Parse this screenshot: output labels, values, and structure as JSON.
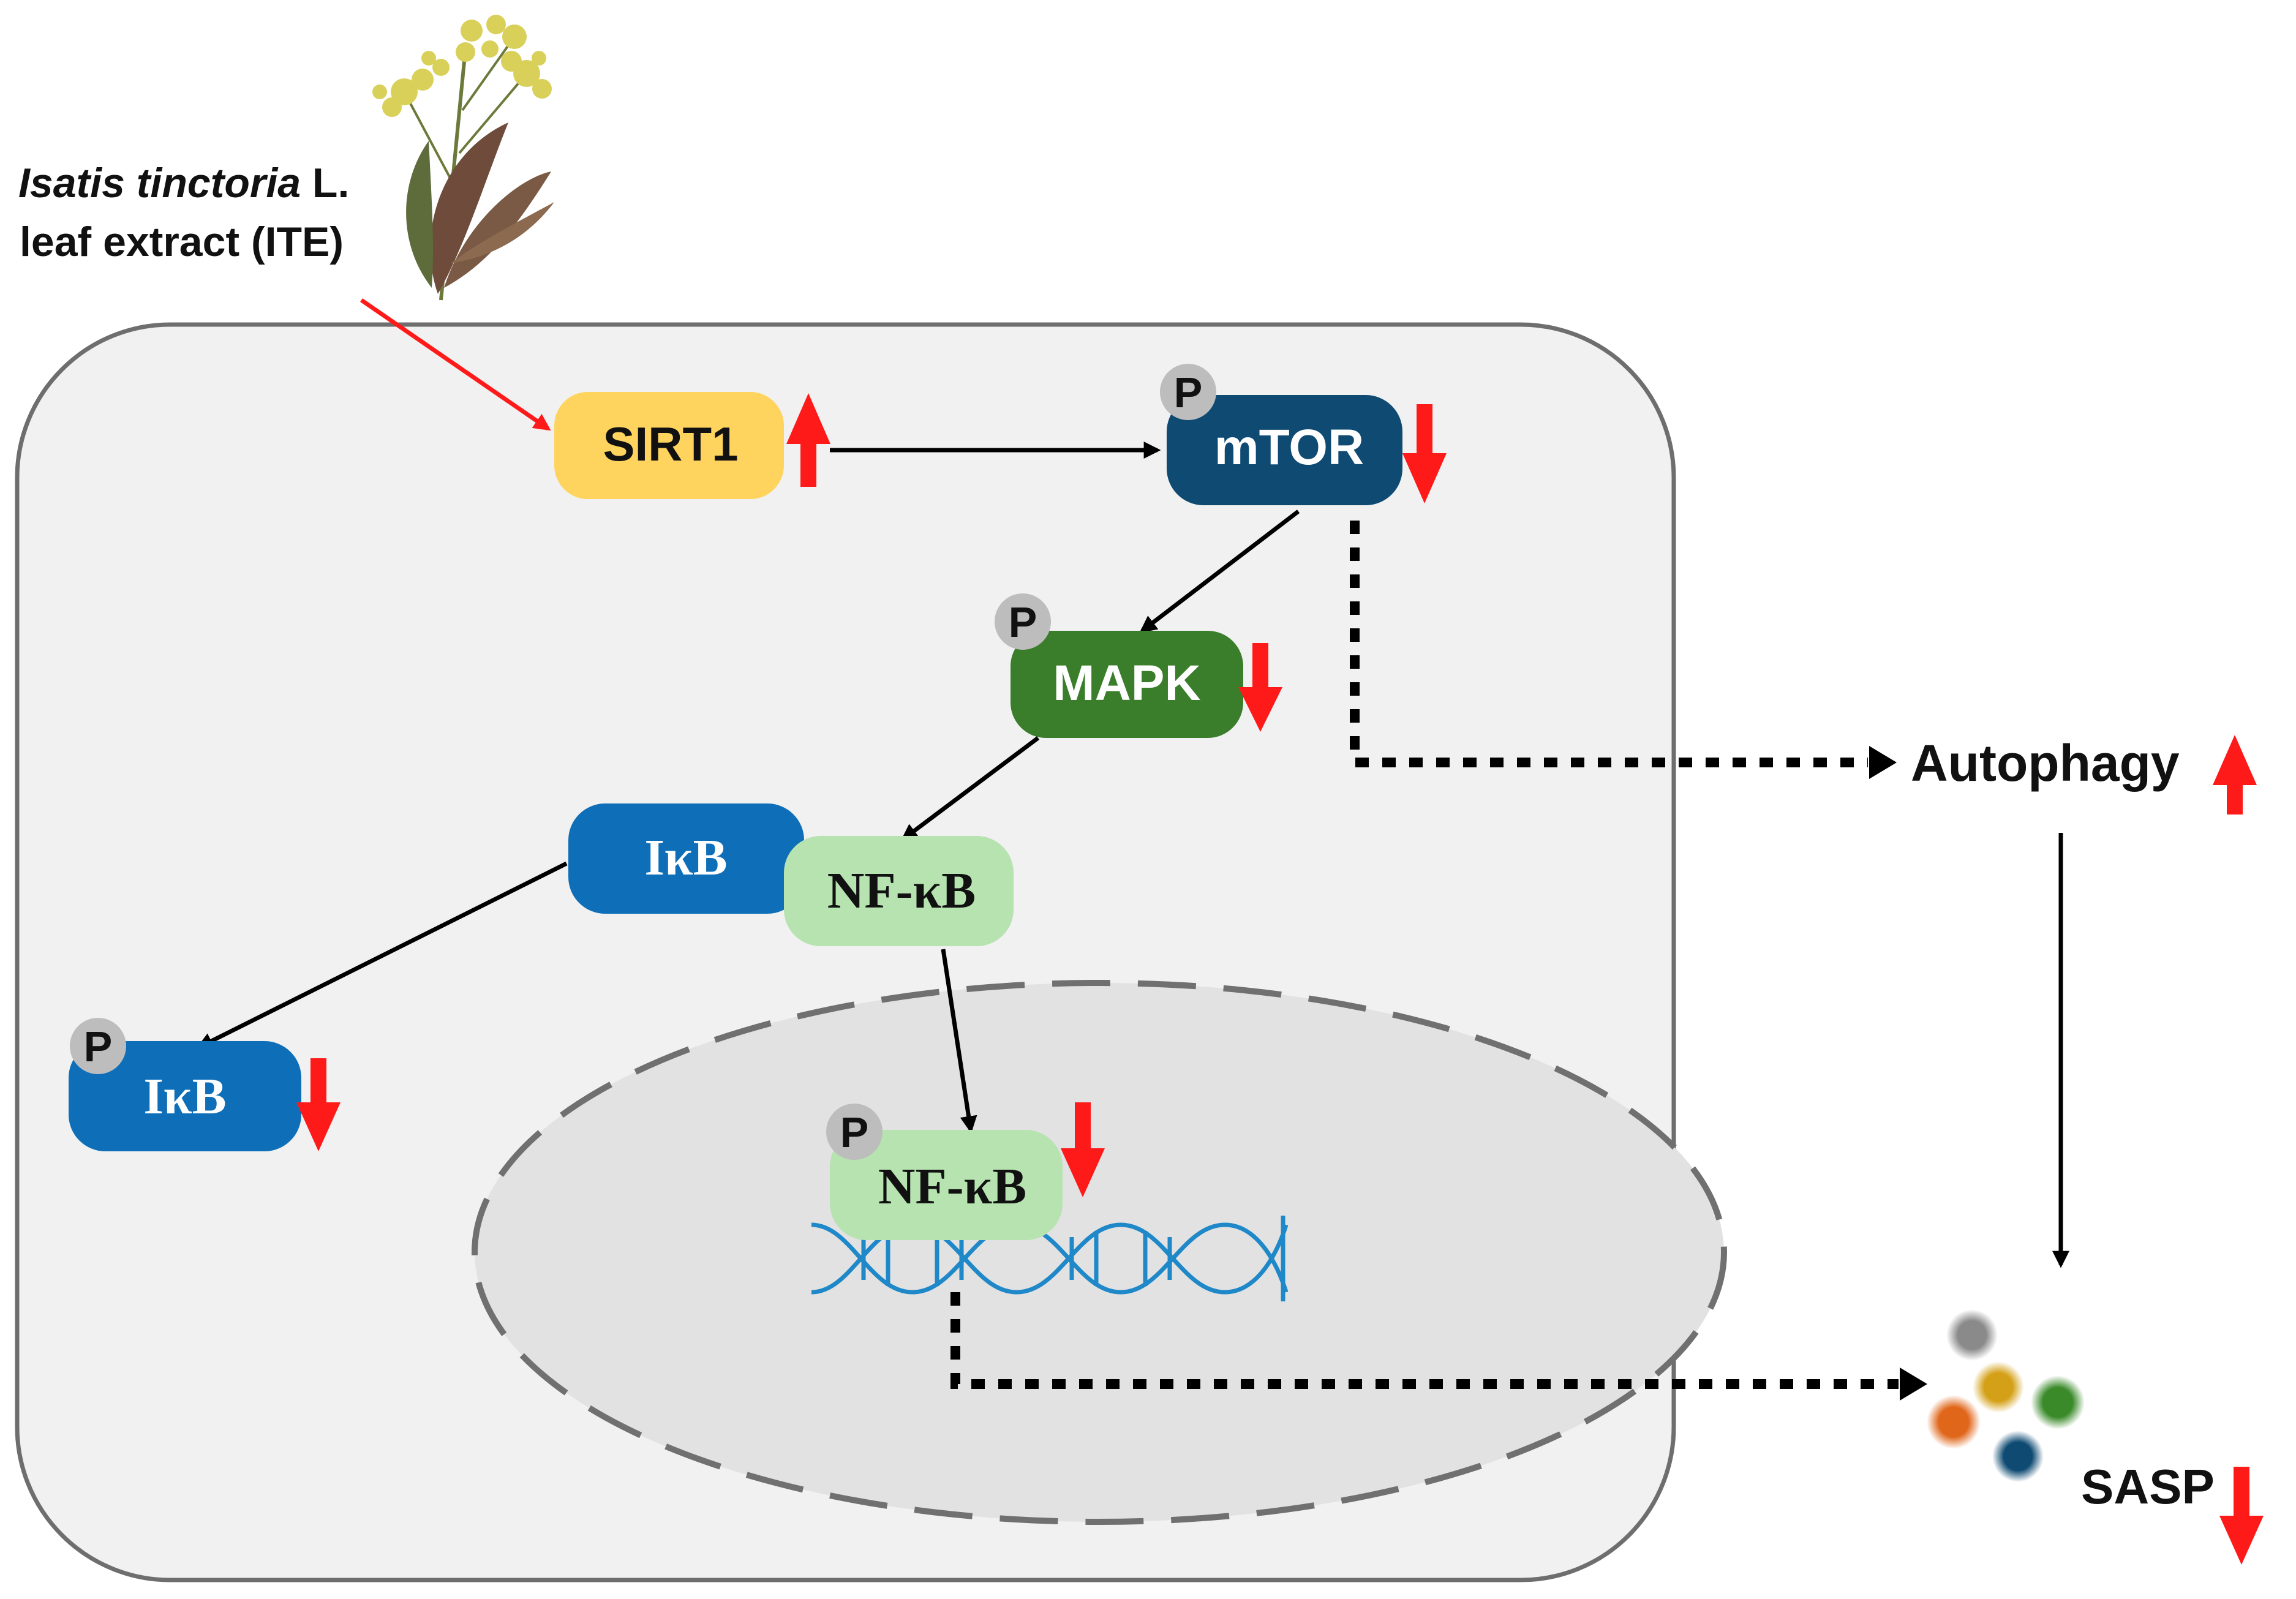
{
  "source": {
    "name_italic": "Isatis tinctoria",
    "name_suffix": " L.",
    "line2": "leaf extract (ITE)"
  },
  "phospho_label": "P",
  "nodes": {
    "sirt1": {
      "label": "SIRT1",
      "color": "#FFD45E",
      "text_color": "#111111",
      "change": "up"
    },
    "mtor": {
      "label": "mTOR",
      "color": "#0E4A72",
      "text_color": "#ffffff",
      "change": "down"
    },
    "mapk": {
      "label": "MAPK",
      "color": "#3A7D2A",
      "text_color": "#ffffff",
      "change": "down"
    },
    "ikb": {
      "label": "IκB",
      "color": "#0E6FB8",
      "text_color": "#ffffff"
    },
    "nfkb": {
      "label": "NF-κB",
      "color": "#B6E3B0",
      "text_color": "#111111"
    },
    "p_ikb": {
      "label": "IκB",
      "color": "#0E6FB8",
      "text_color": "#ffffff",
      "change": "down"
    },
    "p_nfkb": {
      "label": "NF-κB",
      "color": "#B6E3B0",
      "text_color": "#111111",
      "change": "down"
    }
  },
  "outputs": {
    "autophagy": {
      "label": "Autophagy",
      "change": "up"
    },
    "sasp": {
      "label": "SASP",
      "change": "down"
    }
  },
  "colors": {
    "cell_fill": "#F1F1F1",
    "cell_border": "#6E6E6E",
    "nucleus_fill": "#E2E2E2",
    "arrow_red": "#FF1A1A",
    "dna": "#1E88C8",
    "phospho": "#BDBDBD",
    "sasp_dots": [
      "#8A8A8A",
      "#D4A017",
      "#3A8A2A",
      "#E0661A",
      "#0E4A72"
    ]
  }
}
